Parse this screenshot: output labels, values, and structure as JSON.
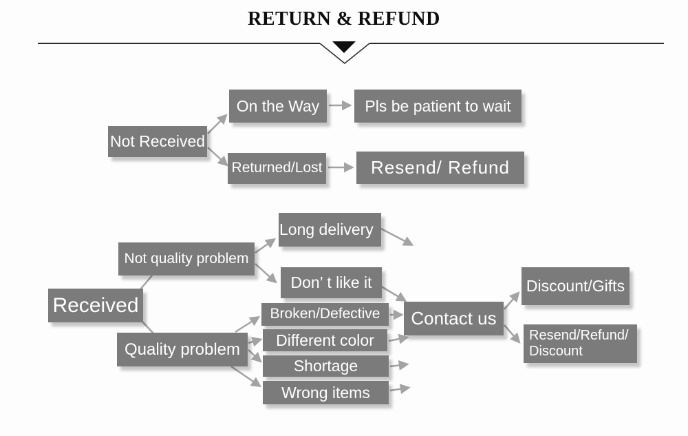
{
  "header": {
    "title": "RETURN & REFUND"
  },
  "colors": {
    "background": "#fdfdfd",
    "box_fill": "#7b7b7b",
    "box_text": "#ffffff",
    "arrow": "#a3a3a3",
    "title_text": "#0d0d0d"
  },
  "flowchart": {
    "not_received": {
      "label": "Not Received"
    },
    "on_the_way": {
      "label": "On the Way"
    },
    "pls_be_patient": {
      "label": "Pls be patient to wait"
    },
    "returned_lost": {
      "label": "Returned/Lost"
    },
    "resend_refund": {
      "label": "Resend/ Refund"
    },
    "received": {
      "label": "Received"
    },
    "not_quality_problem": {
      "label": "Not quality problem"
    },
    "quality_problem": {
      "label": "Quality problem"
    },
    "long_delivery": {
      "label": "Long delivery"
    },
    "dont_like_it": {
      "label": "Don’ t like it"
    },
    "broken_defective": {
      "label": "Broken/Defective"
    },
    "different_color": {
      "label": "Different color"
    },
    "shortage": {
      "label": "Shortage"
    },
    "wrong_items": {
      "label": "Wrong items"
    },
    "contact_us": {
      "label": "Contact us"
    },
    "discount_gifts": {
      "label": "Discount/Gifts"
    },
    "resend_refund_discount": {
      "line1": "Resend/Refund/",
      "line2": "Discount"
    }
  },
  "edges": [
    {
      "from": "not_received",
      "to": "on_the_way",
      "arrowhead": true
    },
    {
      "from": "not_received",
      "to": "returned_lost",
      "arrowhead": true
    },
    {
      "from": "on_the_way",
      "to": "pls_be_patient",
      "arrowhead": true
    },
    {
      "from": "returned_lost",
      "to": "resend_refund",
      "arrowhead": true
    },
    {
      "from": "received",
      "to": "not_quality_problem",
      "arrowhead": false
    },
    {
      "from": "received",
      "to": "quality_problem",
      "arrowhead": false
    },
    {
      "from": "not_quality_problem",
      "to": "long_delivery",
      "arrowhead": true
    },
    {
      "from": "not_quality_problem",
      "to": "dont_like_it",
      "arrowhead": true
    },
    {
      "from": "long_delivery",
      "to": "contact_us",
      "arrowhead": true
    },
    {
      "from": "dont_like_it",
      "to": "contact_us",
      "arrowhead": true
    },
    {
      "from": "quality_problem",
      "to": "broken_defective",
      "arrowhead": true
    },
    {
      "from": "quality_problem",
      "to": "different_color",
      "arrowhead": true
    },
    {
      "from": "quality_problem",
      "to": "shortage",
      "arrowhead": true
    },
    {
      "from": "quality_problem",
      "to": "wrong_items",
      "arrowhead": true
    },
    {
      "from": "broken_defective",
      "to": "contact_us",
      "arrowhead": true
    },
    {
      "from": "different_color",
      "to": "contact_us",
      "arrowhead": true
    },
    {
      "from": "shortage",
      "to": "contact_us",
      "arrowhead": true
    },
    {
      "from": "wrong_items",
      "to": "contact_us",
      "arrowhead": true
    },
    {
      "from": "contact_us",
      "to": "discount_gifts",
      "arrowhead": true
    },
    {
      "from": "contact_us",
      "to": "resend_refund_discount",
      "arrowhead": true
    }
  ]
}
